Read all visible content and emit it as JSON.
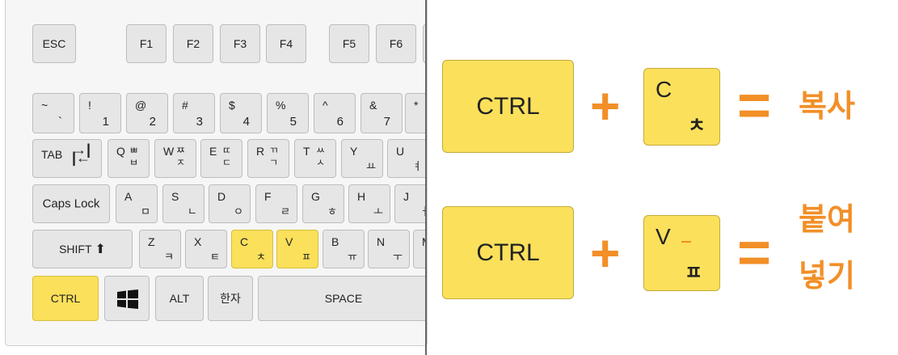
{
  "keyboard": {
    "row1": [
      "ESC",
      "F1",
      "F2",
      "F3",
      "F4",
      "F5",
      "F6"
    ],
    "row2": [
      {
        "top": "~",
        "bottom": "`"
      },
      {
        "top": "!",
        "bottom": "1"
      },
      {
        "top": "@",
        "bottom": "2"
      },
      {
        "top": "#",
        "bottom": "3"
      },
      {
        "top": "$",
        "bottom": "4"
      },
      {
        "top": "%",
        "bottom": "5"
      },
      {
        "top": "^",
        "bottom": "6"
      },
      {
        "top": "&",
        "bottom": "7"
      },
      {
        "top": "*",
        "bottom": ""
      }
    ],
    "tab_label": "TAB",
    "row3": [
      {
        "latin": "Q",
        "hangul_upper": "ㅃ",
        "hangul_lower": "ㅂ"
      },
      {
        "latin": "W",
        "hangul_upper": "ㅉ",
        "hangul_lower": "ㅈ"
      },
      {
        "latin": "E",
        "hangul_upper": "ㄸ",
        "hangul_lower": "ㄷ"
      },
      {
        "latin": "R",
        "hangul_upper": "ㄲ",
        "hangul_lower": "ㄱ"
      },
      {
        "latin": "T",
        "hangul_upper": "ㅆ",
        "hangul_lower": "ㅅ"
      },
      {
        "latin": "Y",
        "hangul_upper": "",
        "hangul_lower": "ㅛ"
      },
      {
        "latin": "U",
        "hangul_upper": "",
        "hangul_lower": "ㅕ"
      }
    ],
    "caps_label": "Caps Lock",
    "row4": [
      {
        "latin": "A",
        "hangul": "ㅁ"
      },
      {
        "latin": "S",
        "hangul": "ㄴ"
      },
      {
        "latin": "D",
        "hangul": "ㅇ"
      },
      {
        "latin": "F",
        "hangul": "ㄹ"
      },
      {
        "latin": "G",
        "hangul": "ㅎ"
      },
      {
        "latin": "H",
        "hangul": "ㅗ"
      },
      {
        "latin": "J",
        "hangul": "ㅓ"
      }
    ],
    "shift_label": "SHIFT",
    "row5": [
      {
        "latin": "Z",
        "hangul": "ㅋ"
      },
      {
        "latin": "X",
        "hangul": "ㅌ"
      },
      {
        "latin": "C",
        "hangul": "ㅊ"
      },
      {
        "latin": "V",
        "hangul": "ㅍ"
      },
      {
        "latin": "B",
        "hangul": "ㅠ"
      },
      {
        "latin": "N",
        "hangul": "ㅜ"
      },
      {
        "latin": "M",
        "hangul": ""
      }
    ],
    "row6": {
      "ctrl": "CTRL",
      "alt": "ALT",
      "hanja": "한자",
      "space": "SPACE"
    }
  },
  "copy": {
    "ctrl": "CTRL",
    "plus": "+",
    "key_latin": "C",
    "key_hangul": "ㅊ",
    "equals": "=",
    "result": "복사"
  },
  "paste": {
    "ctrl": "CTRL",
    "plus": "+",
    "key_latin": "V",
    "key_hangul": "ㅍ",
    "equals": "=",
    "result_line1": "붙여",
    "result_line2": "넣기"
  },
  "colors": {
    "highlight": "#fbe05b",
    "accent": "#f28f27",
    "key": "#e6e6e6"
  }
}
